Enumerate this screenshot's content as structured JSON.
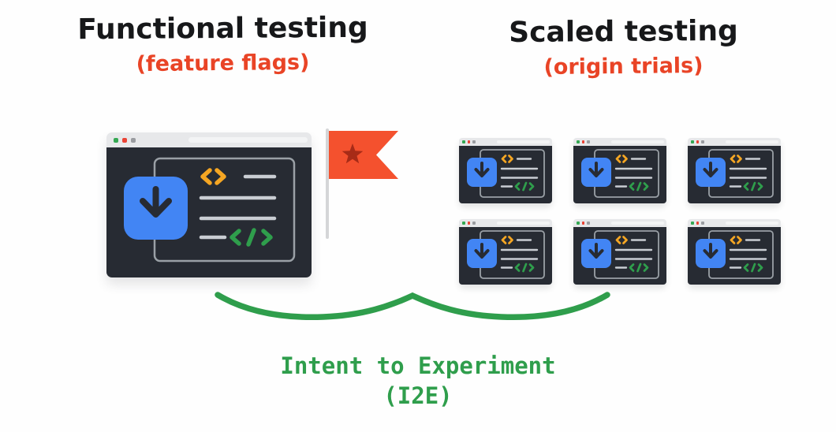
{
  "left_section": {
    "title": "Functional testing",
    "subtitle": "(feature flags)"
  },
  "right_section": {
    "title": "Scaled testing",
    "subtitle": "(origin trials)"
  },
  "caption": {
    "line1": "Intent to Experiment",
    "line2": "(I2E)"
  },
  "scaled_grid": {
    "window_count": 6
  },
  "icons": {
    "download": "download-icon (down arrow in rounded blue square)",
    "code_brackets": "code-brackets-icon (<>)",
    "code_slash": "code-slash-icon (</>)",
    "flag": "flag-icon (swallowtail flag with star)",
    "star": "star-icon"
  },
  "colors": {
    "handwriting_black": "#17181a",
    "handwriting_red": "#e94426",
    "caption_green": "#2f9e4c",
    "wave_green": "#2f9e4c",
    "window_body": "#272b33",
    "window_titlebar": "#e7e8ea",
    "address_bar": "#f3f4f5",
    "dot_green": "#35a853",
    "dot_red": "#ea4335",
    "dot_gray": "#9a9ca0",
    "panel_outline": "#9aa0a6",
    "text_line_gray": "#c9cdd3",
    "download_blue": "#4285f4",
    "code_yellow": "#f5a623",
    "code_green": "#2f9e4c",
    "flag_orange": "#f4512e",
    "flag_star": "#a72b17",
    "flag_pole": "#d5d6d8"
  }
}
